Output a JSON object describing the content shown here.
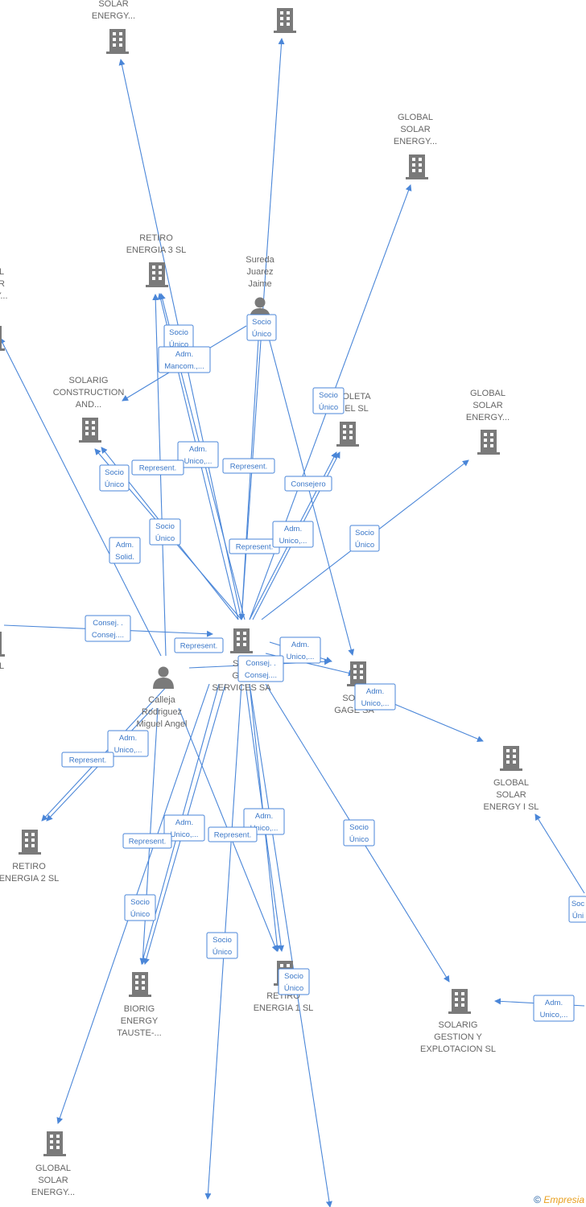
{
  "colors": {
    "edge": "#4a86d8",
    "edge_text": "#3c78c8",
    "icon": "#7a7a7a",
    "label": "#666666"
  },
  "nodes": [
    {
      "id": "n_top_left",
      "type": "company",
      "lines": [
        "SOLAR",
        "ENERGY..."
      ]
    },
    {
      "id": "n_top_mid",
      "type": "company",
      "lines": []
    },
    {
      "id": "n_gse_top",
      "type": "company",
      "lines": [
        "GLOBAL",
        "SOLAR",
        "ENERGY..."
      ]
    },
    {
      "id": "n_retiro3",
      "type": "company",
      "lines": [
        "RETIRO",
        "ENERGIA 3  SL"
      ]
    },
    {
      "id": "n_sureda",
      "type": "person",
      "lines": [
        "Sureda",
        "Juarez",
        "Jaime"
      ]
    },
    {
      "id": "n_left_edge",
      "type": "company",
      "lines": [
        "L",
        "R",
        "Y..."
      ]
    },
    {
      "id": "n_solarig_constr",
      "type": "company",
      "lines": [
        "SOLARIG",
        "CONSTRUCTION",
        "AND..."
      ]
    },
    {
      "id": "n_violeta",
      "type": "company",
      "lines": [
        "OLETA",
        "EL  SL"
      ]
    },
    {
      "id": "n_gse_right",
      "type": "company",
      "lines": [
        "GLOBAL",
        "SOLAR",
        "ENERGY..."
      ]
    },
    {
      "id": "n_center",
      "type": "company",
      "lines": [
        "SOL",
        "GLO",
        "SERVICES SA"
      ]
    },
    {
      "id": "n_calleja",
      "type": "person",
      "lines": [
        "Calleja",
        "Rodriguez",
        "Miguel Angel"
      ]
    },
    {
      "id": "n_solarig_gage",
      "type": "company",
      "lines": [
        "SOLA",
        "GAGE SA"
      ]
    },
    {
      "id": "n_gse1",
      "type": "company",
      "lines": [
        "GLOBAL",
        "SOLAR",
        "ENERGY I  SL"
      ]
    },
    {
      "id": "n_retiro2",
      "type": "company",
      "lines": [
        "RETIRO",
        "ENERGIA 2  SL"
      ]
    },
    {
      "id": "n_biorig",
      "type": "company",
      "lines": [
        "BIORIG",
        "ENERGY",
        "TAUSTE-..."
      ]
    },
    {
      "id": "n_retiro1",
      "type": "company",
      "lines": [
        "RETIRO",
        "ENERGIA 1  SL"
      ]
    },
    {
      "id": "n_solarig_gestion",
      "type": "company",
      "lines": [
        "SOLARIG",
        "GESTION Y",
        "EXPLOTACION SL"
      ]
    },
    {
      "id": "n_gse_bottom",
      "type": "company",
      "lines": [
        "GLOBAL",
        "SOLAR",
        "ENERGY..."
      ]
    },
    {
      "id": "n_left_mid",
      "type": "company",
      "lines": [
        "L"
      ]
    }
  ],
  "edge_labels": [
    [
      "Socio",
      "Único"
    ],
    [
      "Adm.",
      "Mancom.,..."
    ],
    [
      "Socio",
      "Único"
    ],
    [
      "Socio",
      "Único"
    ],
    [
      "Adm.",
      "Unico,..."
    ],
    [
      "Represent."
    ],
    [
      "Represent."
    ],
    [
      "Consejero"
    ],
    [
      "Socio",
      "Único"
    ],
    [
      "Socio",
      "Único"
    ],
    [
      "Adm.",
      "Solid."
    ],
    [
      "Socio",
      "Único"
    ],
    [
      "Represent."
    ],
    [
      "Adm.",
      "Unico,..."
    ],
    [
      "Socio",
      "Único"
    ],
    [
      "Consej. .",
      "Consej...."
    ],
    [
      "Represent."
    ],
    [
      "Adm.",
      "Unico,..."
    ],
    [
      "Consej. .",
      "Consej...."
    ],
    [
      "Adm.",
      "Unico,..."
    ],
    [
      "Adm.",
      "Unico,..."
    ],
    [
      "Represent."
    ],
    [
      "Adm.",
      "Unico,..."
    ],
    [
      "Represent."
    ],
    [
      "Adm.",
      "Unico,..."
    ],
    [
      "Represent."
    ],
    [
      "Socio",
      "Único"
    ],
    [
      "Socio",
      "Único"
    ],
    [
      "Socio",
      "Único"
    ],
    [
      "Socio",
      "Único"
    ],
    [
      "Adm.",
      "Unico,..."
    ],
    [
      "Soc",
      "Úni"
    ]
  ],
  "footer": {
    "copyright": "©",
    "brand": "Empresia"
  }
}
